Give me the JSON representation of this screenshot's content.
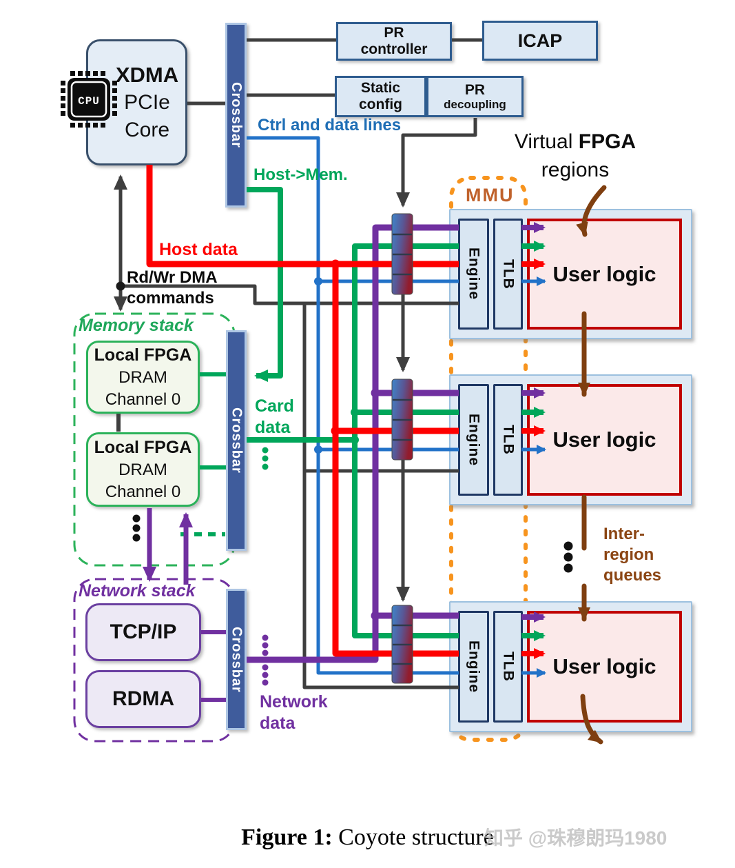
{
  "colors": {
    "red_line": "#FE0000",
    "green_line": "#00A65A",
    "blue_line": "#2272C8",
    "purple_line": "#7030A0",
    "dark_gray_line": "#3F3F3F",
    "brown_arrow": "#7F3F10",
    "mmu_dashed_orange": "#F7941E",
    "crossbar_fill": "#3F5C9C",
    "box_fill_blue": "#DCE8F4",
    "box_border_blue": "#2E5C8F",
    "user_logic_fill": "#FBE9E9",
    "user_logic_border": "#C00000",
    "engine_border": "#1F3864",
    "region_border": "#9CC0DF",
    "memory_green": "#2BB25A",
    "network_purple": "#7030A0",
    "label_blue": "#1F6EB5",
    "mmu_label_color": "#C0622C",
    "inter_region_color": "#8B4513"
  },
  "cpu": {
    "label": "CPU"
  },
  "xdma": {
    "line1": "XDMA",
    "line2": "PCIe",
    "line3": "Core"
  },
  "crossbar_top": {
    "label": "Crossbar"
  },
  "pr_controller": {
    "line1": "PR",
    "line2": "controller"
  },
  "icap": {
    "label": "ICAP"
  },
  "static_config": {
    "line1": "Static",
    "line2": "config"
  },
  "pr_decoupling": {
    "line1": "PR",
    "line2": "decoupling"
  },
  "wire_labels": {
    "ctrl_data": "Ctrl and data lines",
    "host_mem": "Host->Mem.",
    "host_data": "Host data",
    "rdwr_line1": "Rd/Wr DMA",
    "rdwr_line2": "commands",
    "card_line1": "Card",
    "card_line2": "data",
    "network_line1": "Network",
    "network_line2": "data"
  },
  "virtual_fpga": {
    "line1_regular": "Virtual",
    "line1_bold": "FPGA",
    "line2": "regions"
  },
  "mmu": {
    "label": "MMU"
  },
  "inter_region": {
    "line1": "Inter-",
    "line2": "region",
    "line3": "queues"
  },
  "memory_stack": {
    "title": "Memory stack",
    "crossbar_label": "Crossbar",
    "channels": [
      {
        "line1": "Local FPGA",
        "line2": "DRAM",
        "line3": "Channel 0"
      },
      {
        "line1": "Local FPGA",
        "line2": "DRAM",
        "line3": "Channel 0"
      }
    ]
  },
  "network_stack": {
    "title": "Network stack",
    "crossbar_label": "Crossbar",
    "tcp": "TCP/IP",
    "rdma": "RDMA"
  },
  "regions": [
    {
      "engine": "Engine",
      "tlb": "TLB",
      "user_logic": "User logic"
    },
    {
      "engine": "Engine",
      "tlb": "TLB",
      "user_logic": "User logic"
    },
    {
      "engine": "Engine",
      "tlb": "TLB",
      "user_logic": "User logic"
    }
  ],
  "caption": {
    "label": "Figure 1:",
    "title": "Coyote structure"
  },
  "watermark": "知乎 @珠穆朗玛1980"
}
